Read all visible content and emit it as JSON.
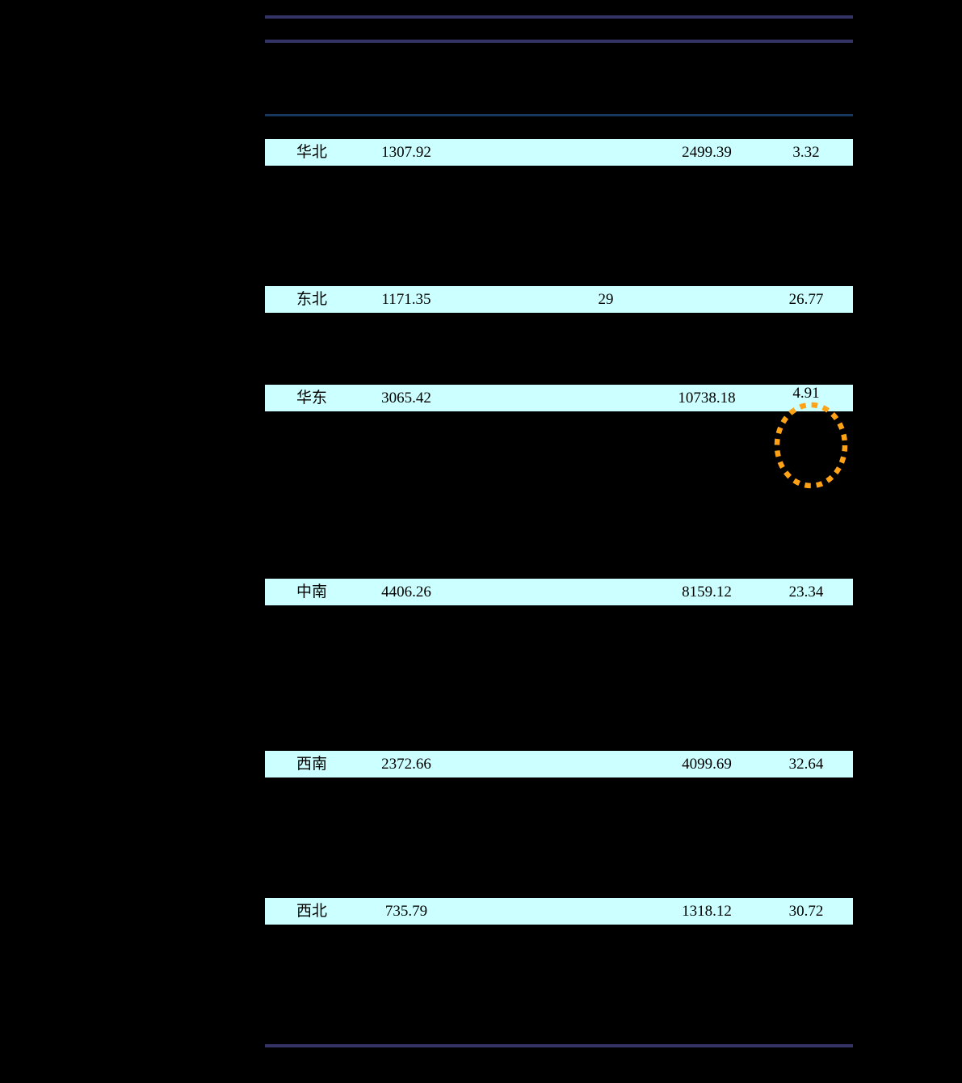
{
  "colors": {
    "background": "#000000",
    "row_highlight": "#CCFFFF",
    "border_navy": "#333366",
    "border_dark_blue": "#17375E",
    "annotation_orange": "#FFA215",
    "text": "#000000"
  },
  "table": {
    "rows": [
      {
        "region": "华北",
        "v1": "1307.92",
        "v2": "",
        "v3": "2499.39",
        "v4": "3.32"
      },
      {
        "region": "东北",
        "v1": "1171.35",
        "v2": "29",
        "v3": "",
        "v4": "26.77"
      },
      {
        "region": "华东",
        "v1": "3065.42",
        "v2": "",
        "v3": "10738.18",
        "v4": "4.91"
      },
      {
        "region": "中南",
        "v1": "4406.26",
        "v2": "",
        "v3": "8159.12",
        "v4": "23.34"
      },
      {
        "region": "西南",
        "v1": "2372.66",
        "v2": "",
        "v3": "4099.69",
        "v4": "32.64"
      },
      {
        "region": "西北",
        "v1": "735.79",
        "v2": "",
        "v3": "1318.12",
        "v4": "30.72"
      }
    ]
  },
  "annotation": {
    "shape": "dashed-ellipse",
    "highlights_value": "4.91"
  }
}
